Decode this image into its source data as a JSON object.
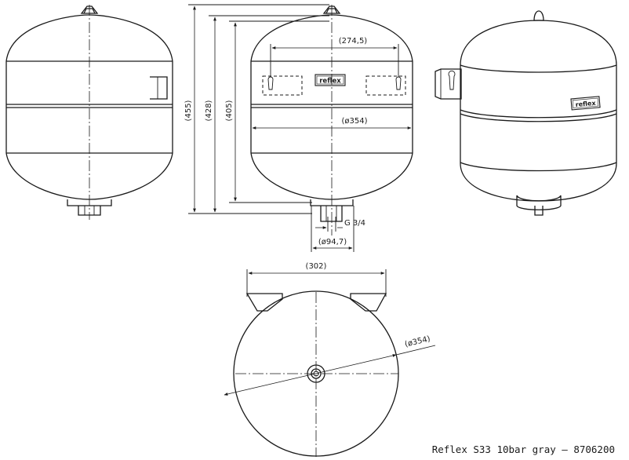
{
  "caption": "Reflex S33 10bar gray – 8706200",
  "logo_text": "reflex",
  "dimensions": {
    "height_overall": "(455)",
    "height_mid": "(428)",
    "height_body": "(405)",
    "bracket_spacing": "(274,5)",
    "diameter_front": "(ø354)",
    "thread": "G 3/4",
    "foot_diameter": "(ø94,7)",
    "bracket_width": "(302)",
    "diameter_top": "(ø354)"
  },
  "colors": {
    "line": "#1a1a1a",
    "background": "#ffffff"
  }
}
